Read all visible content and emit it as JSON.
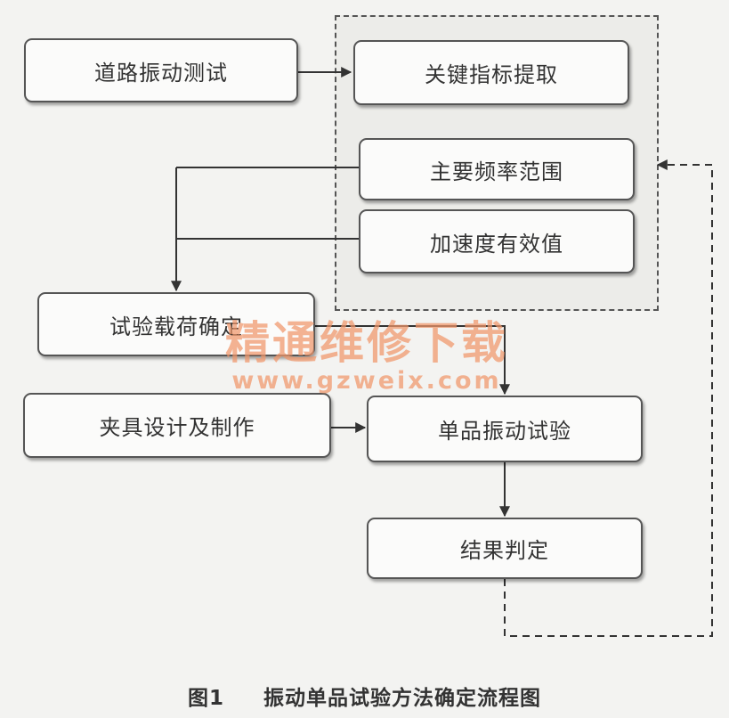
{
  "nodes": {
    "road_test": "道路振动测试",
    "key_extract": "关键指标提取",
    "freq_range": "主要频率范围",
    "accel_rms": "加速度有效值",
    "load_define": "试验载荷确定",
    "fixture_design": "夹具设计及制作",
    "unit_vibration_test": "单品振动试验",
    "result_judge": "结果判定"
  },
  "watermark": {
    "text": "精通维修下载",
    "url": "www.gzweix.com"
  },
  "caption": {
    "label": "图1",
    "title": "振动单品试验方法确定流程图"
  }
}
